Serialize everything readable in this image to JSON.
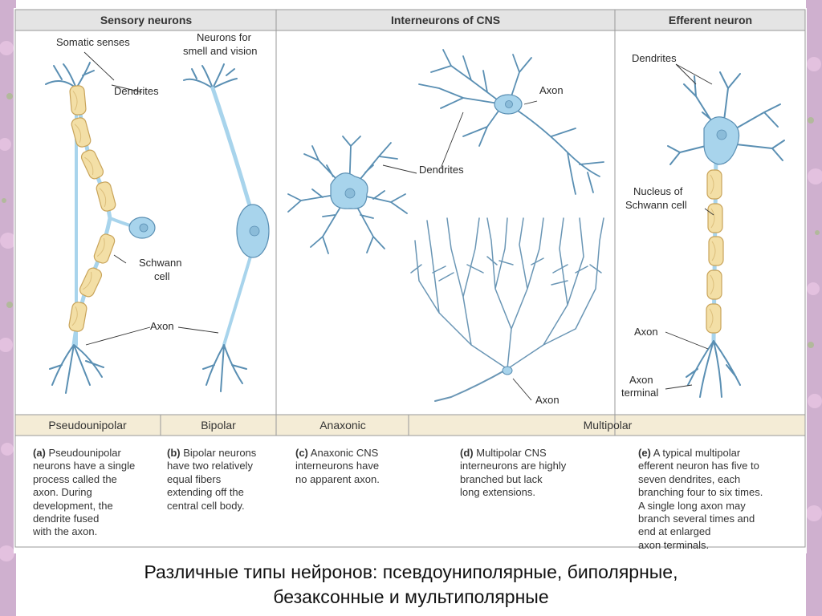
{
  "headers": {
    "sensory": "Sensory neurons",
    "inter": "Interneurons of CNS",
    "efferent": "Efferent neuron"
  },
  "labels": {
    "somatic_senses": "Somatic senses",
    "neurons_for_l1": "Neurons for",
    "neurons_for_l2": "smell and vision",
    "dendrites_a": "Dendrites",
    "schwann_l1": "Schwann",
    "schwann_l2": "cell",
    "axon_a": "Axon",
    "axon_c": "Axon",
    "dendrites_c": "Dendrites",
    "axon_d": "Axon",
    "dendrites_e": "Dendrites",
    "nucleus_l1": "Nucleus of",
    "nucleus_l2": "Schwann cell",
    "axon_e": "Axon",
    "axon_terminal_l1": "Axon",
    "axon_terminal_l2": "terminal"
  },
  "categories": {
    "pseudounipolar": "Pseudounipolar",
    "bipolar": "Bipolar",
    "anaxonic": "Anaxonic",
    "multipolar": "Multipolar"
  },
  "descriptions": {
    "a": {
      "letter": "(a)",
      "lines": [
        "Pseudounipolar",
        "neurons have a single",
        "process called the",
        "axon. During",
        "development, the",
        "dendrite fused",
        "with the axon."
      ]
    },
    "b": {
      "letter": "(b)",
      "lines": [
        "Bipolar neurons",
        "have two relatively",
        "equal fibers",
        "extending off the",
        "central cell body."
      ]
    },
    "c": {
      "letter": "(c)",
      "lines": [
        "Anaxonic CNS",
        "interneurons have",
        "no apparent axon."
      ]
    },
    "d": {
      "letter": "(d)",
      "lines": [
        "Multipolar CNS",
        "interneurons are highly",
        "branched but lack",
        "long extensions."
      ]
    },
    "e": {
      "letter": "(e)",
      "lines": [
        "A typical multipolar",
        "efferent neuron has five to",
        "seven dendrites, each",
        "branching four to six times.",
        "A single long axon may",
        "branch several times and",
        "end at enlarged",
        "axon terminals."
      ]
    }
  },
  "slide_caption": {
    "line1": "Различные типы нейронов: псевдоуниполярные, биполярные,",
    "line2": "безаксонные и мультиполярные"
  },
  "colors": {
    "neuron_fill": "#a8d4ec",
    "neuron_stroke": "#5a8fb3",
    "myelin_fill": "#f3dfa6",
    "myelin_stroke": "#c9a45a",
    "header_bg": "#e4e4e4",
    "category_bg": "#f4ecd6"
  }
}
